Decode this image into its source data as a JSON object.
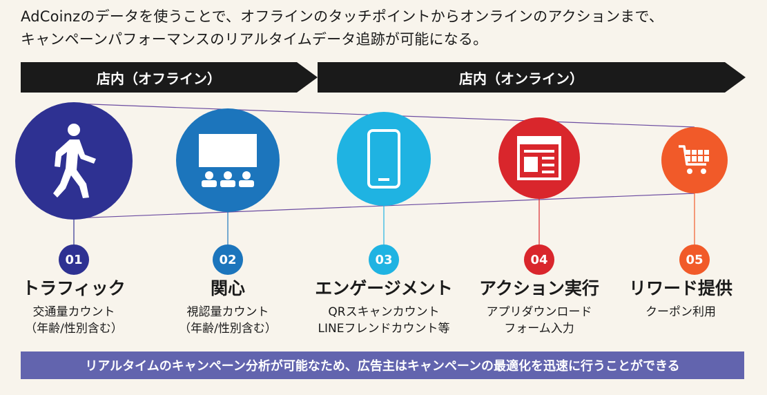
{
  "intro": {
    "line1": "AdCoinzのデータを使うことで、オフラインのタッチポイントからオンラインのアクションまで、",
    "line2": "キャンペーンパフォーマンスのリアルタイムデータ追跡が可能になる。"
  },
  "banners": {
    "offline": "店内（オフライン）",
    "online": "店内（オンライン）"
  },
  "stages": [
    {
      "number": "01",
      "title": "トラフィック",
      "desc1": "交通量カウント",
      "desc2": "（年齢/性別含む）",
      "color": "#2e3192",
      "icon": "walking-person-icon"
    },
    {
      "number": "02",
      "title": "関心",
      "desc1": "視認量カウント",
      "desc2": "（年齢/性別含む）",
      "color": "#1c75bc",
      "icon": "screen-audience-icon"
    },
    {
      "number": "03",
      "title": "エンゲージメント",
      "desc1": "QRスキャンカウント",
      "desc2": "LINEフレンドカウント等",
      "color": "#1fb3e2",
      "icon": "smartphone-icon"
    },
    {
      "number": "04",
      "title": "アクション実行",
      "desc1": "アプリダウンロード",
      "desc2": "フォーム入力",
      "color": "#d9262c",
      "icon": "form-document-icon"
    },
    {
      "number": "05",
      "title": "リワード提供",
      "desc1": "クーポン利用",
      "desc2": "",
      "color": "#f15a29",
      "icon": "shopping-cart-icon"
    }
  ],
  "bottom_bar": "リアルタイムのキャンペーン分析が可能なため、広告主はキャンペーンの最適化を迅速に行うことができる",
  "colors": {
    "background": "#f8f4ec",
    "banner": "#1a1a1a",
    "bottom_bar": "#6264ae",
    "funnel_line": "#6b4ba0"
  }
}
